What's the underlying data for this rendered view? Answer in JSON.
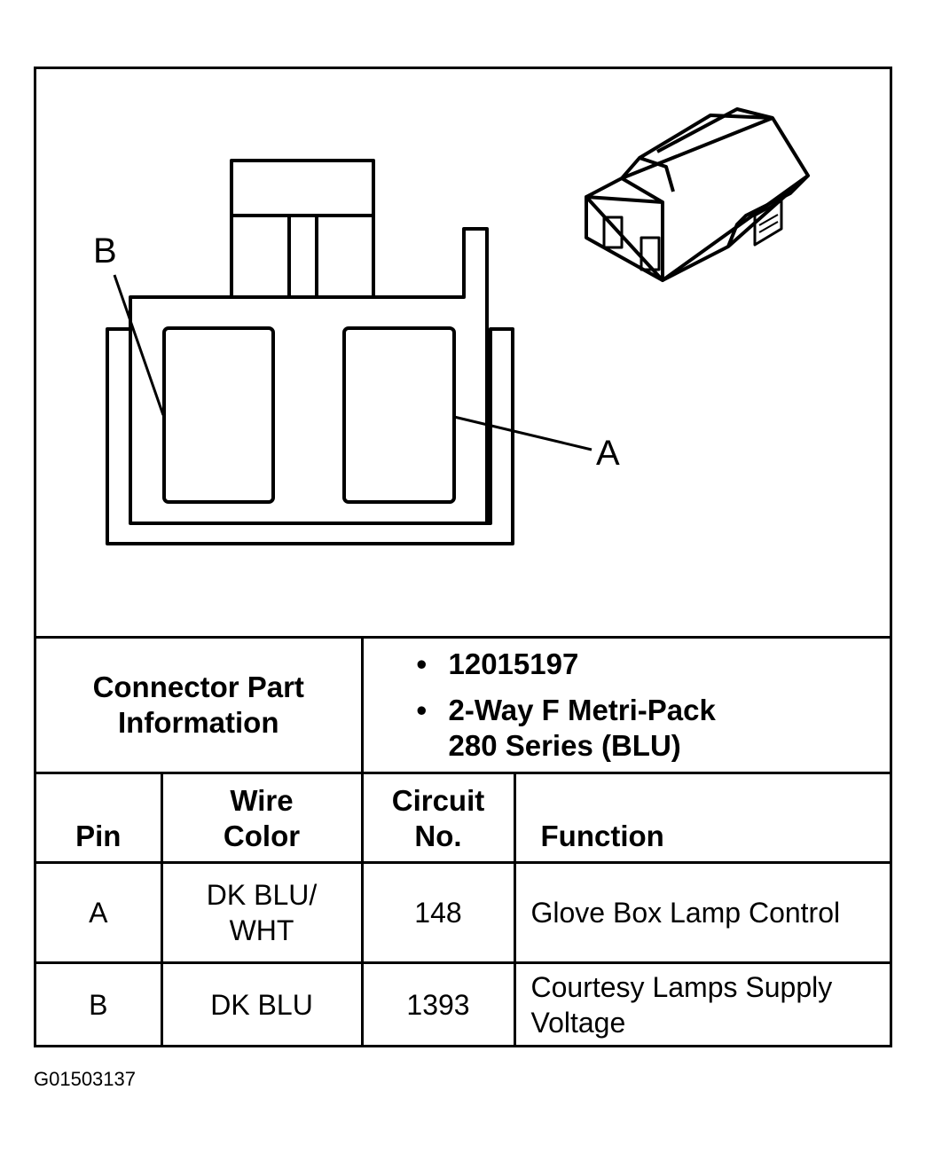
{
  "diagram": {
    "label_b": "B",
    "label_a": "A"
  },
  "connector": {
    "label_line1": "Connector Part",
    "label_line2": "Information",
    "part_number": "12015197",
    "description_line1": "2-Way F Metri-Pack",
    "description_line2": "280 Series (BLU)"
  },
  "table": {
    "headers": {
      "pin": "Pin",
      "wire_color_line1": "Wire",
      "wire_color_line2": "Color",
      "circuit_line1": "Circuit",
      "circuit_line2": "No.",
      "function": "Function"
    },
    "rows": [
      {
        "pin": "A",
        "wire_line1": "DK BLU/",
        "wire_line2": "WHT",
        "circuit": "148",
        "function_line1": "Glove Box Lamp Control",
        "function_line2": ""
      },
      {
        "pin": "B",
        "wire_line1": "DK BLU",
        "wire_line2": "",
        "circuit": "1393",
        "function_line1": "Courtesy Lamps Supply",
        "function_line2": "Voltage"
      }
    ]
  },
  "figure_id": "G01503137"
}
